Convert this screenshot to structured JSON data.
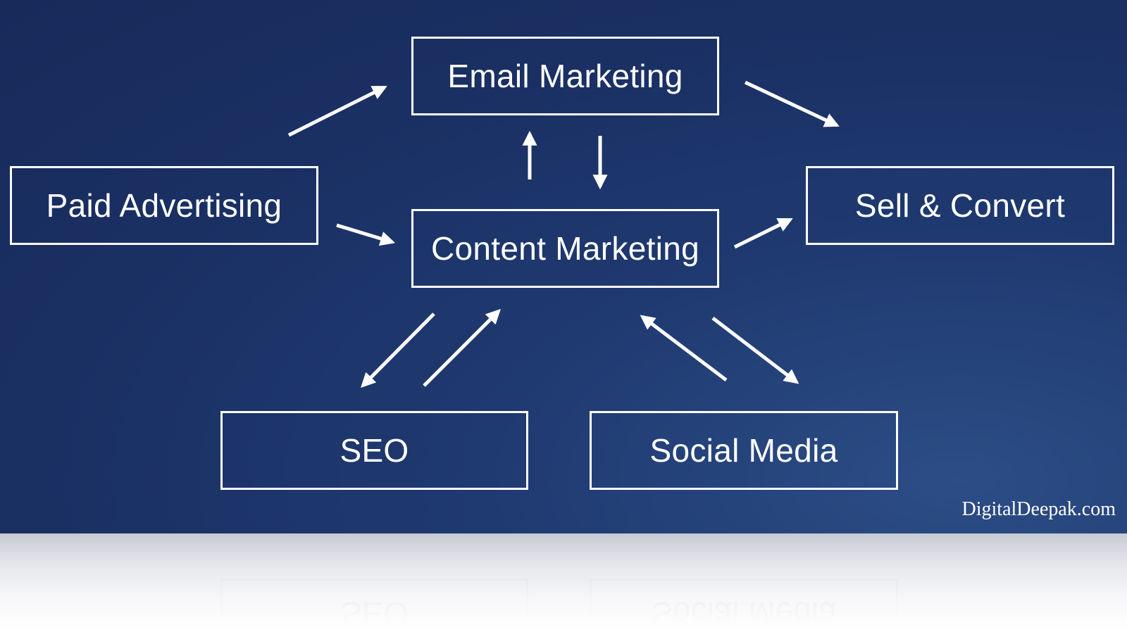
{
  "boxes": {
    "email": "Email Marketing",
    "paid": "Paid Advertising",
    "sell": "Sell & Convert",
    "content": "Content Marketing",
    "seo": "SEO",
    "social": "Social Media"
  },
  "watermark": "DigitalDeepak.com",
  "colors": {
    "background": "#1c3266",
    "stroke": "#ffffff"
  }
}
